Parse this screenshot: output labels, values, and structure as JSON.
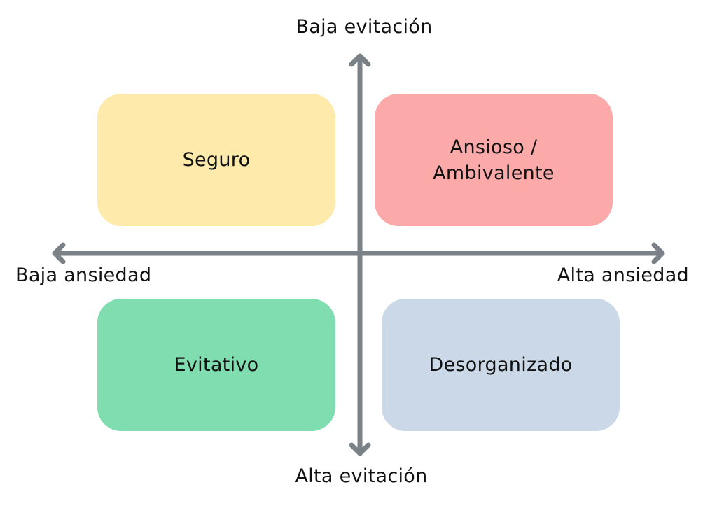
{
  "diagram": {
    "type": "quadrant",
    "axes": {
      "vertical": {
        "top_label": "Baja evitación",
        "bottom_label": "Alta evitación"
      },
      "horizontal": {
        "left_label": "Baja ansiedad",
        "right_label": "Alta ansiedad"
      },
      "color": "#7a8288"
    },
    "quadrants": [
      {
        "position": "top-left",
        "label": "Seguro",
        "color": "#feebab"
      },
      {
        "position": "top-right",
        "label": "Ansioso /\nAmbivalente",
        "color": "#fca9a9"
      },
      {
        "position": "bottom-left",
        "label": "Evitativo",
        "color": "#80ddb0"
      },
      {
        "position": "bottom-right",
        "label": "Desorganizado",
        "color": "#cbd8e8"
      }
    ]
  }
}
